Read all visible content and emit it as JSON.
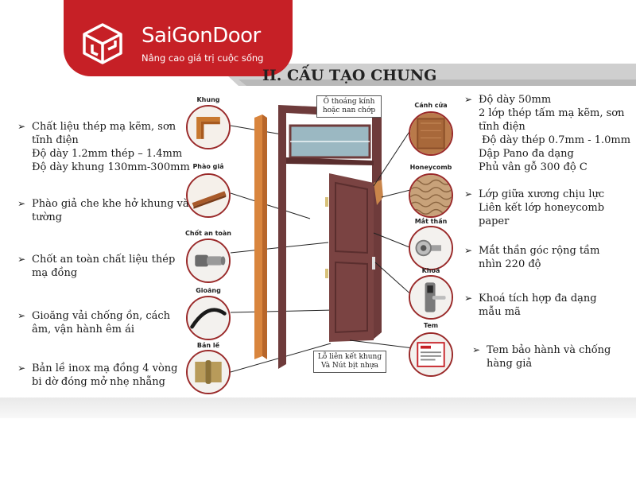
{
  "brand": {
    "name": "SaiGonDoor",
    "slogan": "Nâng cao giá trị cuộc sống"
  },
  "section_title": "II. CẤU TẠO CHUNG",
  "left_items": [
    {
      "label": "Khung",
      "lines": [
        "Chất liệu thép mạ kẽm, sơn",
        "tĩnh điện",
        "Độ dày 1.2mm thép – 1.4mm",
        "Độ dày khung 130mm-300mm"
      ]
    },
    {
      "label": "Phào giả",
      "lines": [
        "Phào giả che khe hở khung và",
        "tường"
      ]
    },
    {
      "label": "Chốt an toàn",
      "lines": [
        "Chốt an toàn chất liệu thép",
        "mạ đồng"
      ]
    },
    {
      "label": "Gioăng",
      "lines": [
        "Gioăng vải chống ồn, cách",
        "âm, vận hành êm ái"
      ]
    },
    {
      "label": "Bản lề",
      "lines": [
        "Bản lề inox mạ đồng 4 vòng",
        "bi dờ đóng mở nhẹ nhẵng"
      ]
    }
  ],
  "right_items": [
    {
      "label": "Cánh cửa",
      "lines": [
        "Độ dày 50mm",
        "2 lớp thép tấm mạ kẽm, sơn",
        "tĩnh điện",
        "Độ dày thép 0.7mm - 1.0mm",
        "Dập Pano đa dạng",
        "Phủ vân gỗ 300 độ C"
      ]
    },
    {
      "label": "Honeycomb",
      "lines": [
        "Lớp giữa xương chịu lực",
        "Liên kết lớp honeycomb",
        "paper"
      ]
    },
    {
      "label": "Mắt thần",
      "lines": [
        "Mắt thần góc rộng tầm",
        "nhìn 220 độ"
      ]
    },
    {
      "label": "Khoá",
      "lines": [
        "Khoá tích hợp đa dạng",
        "mẫu mã"
      ]
    },
    {
      "label": "Tem",
      "lines": [
        "Tem bảo hành và chống",
        "hàng giả"
      ]
    }
  ],
  "callouts": {
    "transom": [
      "Ô thoáng kính",
      "hoặc nan chớp"
    ],
    "joint": [
      "Lỗ liên kết khung",
      "Và Nút bịt nhựa"
    ]
  },
  "colors": {
    "brand_red": "#c62026",
    "door_brown": "#6e3b3b",
    "frame_orange": "#d9853d"
  }
}
